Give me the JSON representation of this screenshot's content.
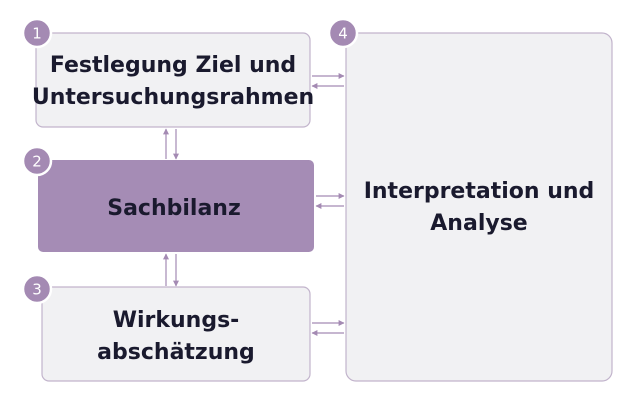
{
  "diagram": {
    "steps": [
      {
        "number": "1",
        "line1": "Festlegung Ziel und",
        "line2": "Untersuchungsrahmen"
      },
      {
        "number": "2",
        "label": "Sachbilanz"
      },
      {
        "number": "3",
        "line1": "Wirkungs-",
        "line2": "abschätzung"
      },
      {
        "number": "4",
        "line1": "Interpretation und",
        "line2": "Analyse"
      }
    ]
  },
  "colors": {
    "accent": "#a48ab3",
    "box_fill": "#f1f1f3",
    "box_stroke": "#c2b4cc",
    "highlight_fill": "#a58cb5",
    "text": "#1a1a2e"
  }
}
